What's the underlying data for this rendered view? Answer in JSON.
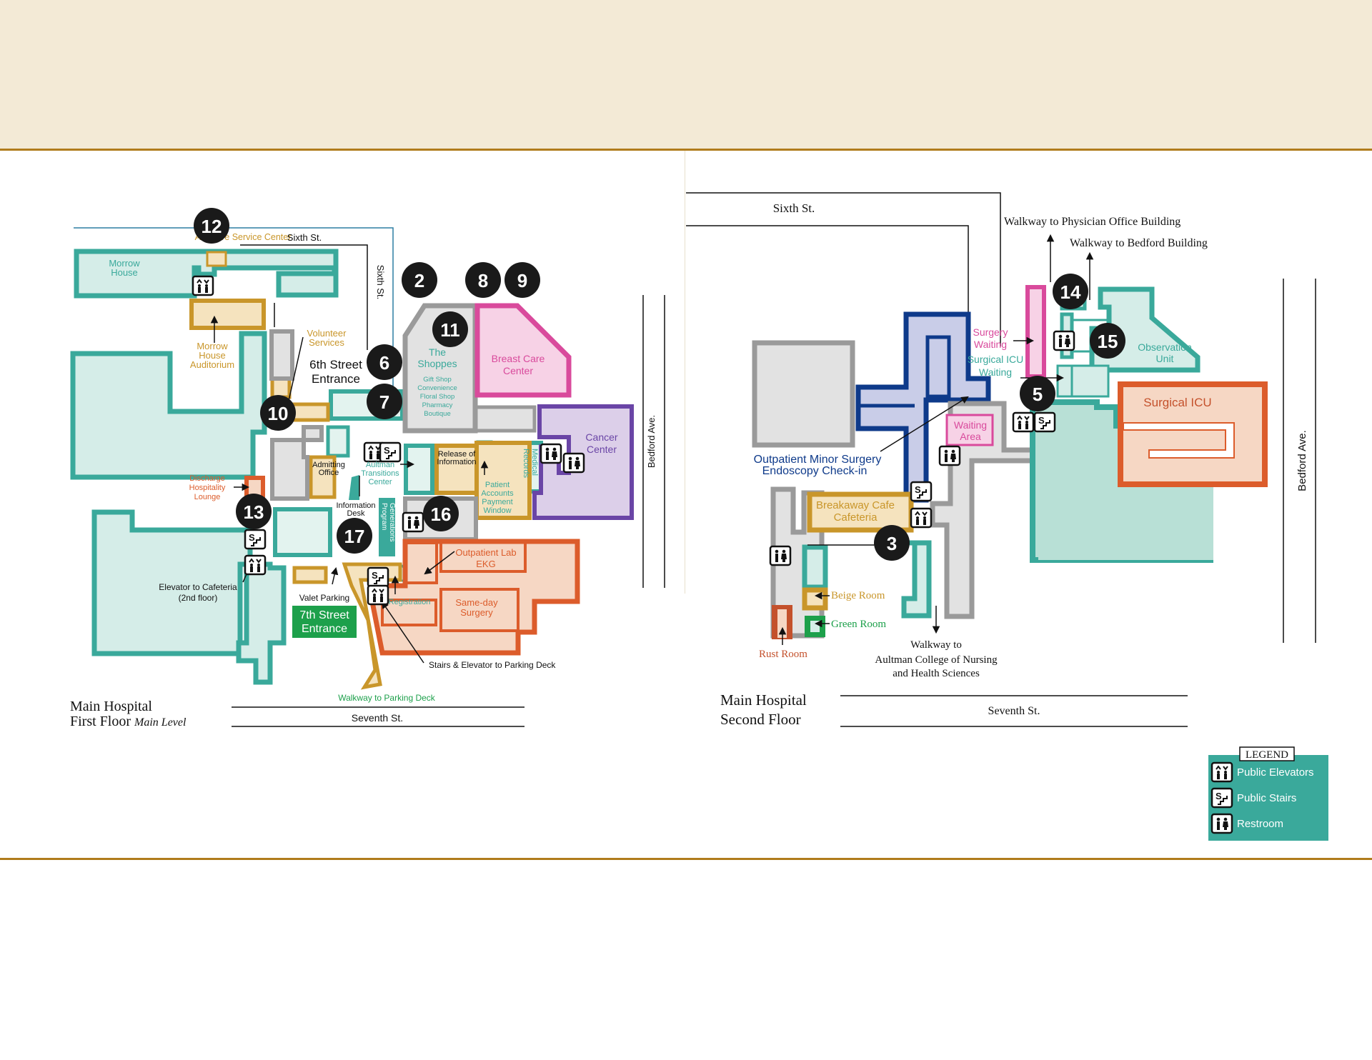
{
  "first_floor": {
    "title_line1": "Main Hospital",
    "title_line2": "First Floor",
    "subtitle": "Main Level",
    "streets": {
      "sixth": "Sixth St.",
      "sixth_vertical": "Sixth St.",
      "seventh": "Seventh St.",
      "bedford": "Bedford Ave."
    },
    "labels": {
      "aultcare": "AultCare Service Center",
      "morrow_house_1": "Morrow",
      "morrow_house_2": "House",
      "auditorium_1": "Morrow",
      "auditorium_2": "House",
      "auditorium_3": "Auditorium",
      "volunteer_1": "Volunteer",
      "volunteer_2": "Services",
      "sixth_entrance_1": "6th Street",
      "sixth_entrance_2": "Entrance",
      "shoppes_1": "The",
      "shoppes_2": "Shoppes",
      "shop_1": "Gift Shop",
      "shop_2": "Convenience",
      "shop_3": "Floral Shop",
      "shop_4": "Pharmacy",
      "shop_5": "Boutique",
      "breast_1": "Breast Care",
      "breast_2": "Center",
      "cancer_1": "Cancer",
      "cancer_2": "Center",
      "discharge_1": "Discharge",
      "discharge_2": "Hospitality",
      "discharge_3": "Lounge",
      "admitting_1": "Admitting",
      "admitting_2": "Office",
      "transitions_1": "Aultman",
      "transitions_2": "Transitions",
      "transitions_3": "Center",
      "release_1": "Release of",
      "release_2": "Information",
      "medical_records_1": "Medical",
      "medical_records_2": "Records",
      "patient_accounts_1": "Patient",
      "patient_accounts_2": "Accounts",
      "patient_accounts_3": "Payment",
      "patient_accounts_4": "Window",
      "info_desk_1": "Information",
      "info_desk_2": "Desk",
      "generations_1": "Generations",
      "generations_2": "Program",
      "lab_1": "Outpatient Lab",
      "lab_2": "EKG",
      "registration": "Registration",
      "sameday_1": "Same-day",
      "sameday_2": "Surgery",
      "elevator_cafe_1": "Elevator to Cafeteria",
      "elevator_cafe_2": "(2nd floor)",
      "valet": "Valet Parking",
      "seventh_entrance_1": "7th Street",
      "seventh_entrance_2": "Entrance",
      "stairs_parking": "Stairs & Elevator to Parking Deck",
      "walkway_parking": "Walkway to Parking Deck"
    },
    "markers": [
      "12",
      "2",
      "8",
      "9",
      "11",
      "6",
      "7",
      "10",
      "13",
      "16",
      "17"
    ]
  },
  "second_floor": {
    "title_line1": "Main Hospital",
    "title_line2": "Second Floor",
    "streets": {
      "sixth": "Sixth St.",
      "seventh": "Seventh St.",
      "bedford": "Bedford Ave."
    },
    "labels": {
      "walk_physician": "Walkway to Physician Office Building",
      "walk_bedford": "Walkway to Bedford Building",
      "surgery_waiting_1": "Surgery",
      "surgery_waiting_2": "Waiting",
      "sicu_waiting_1": "Surgical ICU",
      "sicu_waiting_2": "Waiting",
      "observation_1": "Observation",
      "observation_2": "Unit",
      "surgical_icu": "Surgical ICU",
      "waiting_area_1": "Waiting",
      "waiting_area_2": "Area",
      "outpatient_1": "Outpatient Minor Surgery",
      "outpatient_2": "Endoscopy Check-in",
      "cafe_1": "Breakaway Cafe",
      "cafe_2": "Cafeteria",
      "beige": "Beige Room",
      "green": "Green Room",
      "rust": "Rust Room",
      "walk_college_1": "Walkway to",
      "walk_college_2": "Aultman College of Nursing",
      "walk_college_3": "and Health Sciences"
    },
    "markers": [
      "14",
      "15",
      "5",
      "3"
    ]
  },
  "legend": {
    "title": "LEGEND",
    "items": [
      "Public Elevators",
      "Public Stairs",
      "Restroom"
    ]
  },
  "colors": {
    "teal": "#3aa99b",
    "teal_fill": "#d5ede8",
    "gold": "#c9962a",
    "gold_fill": "#f5e3be",
    "gray": "#9a9a9a",
    "gray_fill": "#e2e2e2",
    "pink": "#d94a9c",
    "pink_fill": "#f7d2e6",
    "purple": "#6a45a6",
    "purple_fill": "#dccfe9",
    "orange": "#dc5c2b",
    "orange_fill": "#f6d7c4",
    "navy": "#0e3a8a",
    "navy_fill": "#c9cde8",
    "green": "#1da04b",
    "rust": "#c4512c",
    "banner": "#f3ead6"
  },
  "icons": [
    "elevator-icon",
    "stairs-icon",
    "restroom-icon"
  ]
}
